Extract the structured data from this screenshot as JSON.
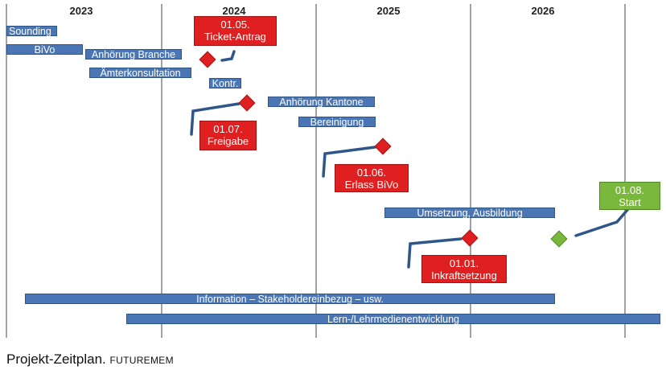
{
  "years": [
    "2023",
    "2024",
    "2025",
    "2026"
  ],
  "bars": {
    "sounding": "Sounding",
    "bivo": "BiVo",
    "anhoerung_branche": "Anhörung Branche",
    "aemterkonsultation": "Ämterkonsultation",
    "kontr": "Kontr.",
    "anhoerung_kantone": "Anhörung Kantone",
    "bereinigung": "Bereinigung",
    "umsetzung": "Umsetzung, Ausbildung",
    "information": "Information – Stakeholdereinbezug – usw.",
    "lernmedien": "Lern-/Lehrmedienentwicklung"
  },
  "milestones": {
    "ticket_antrag": {
      "date": "01.05.",
      "label": "Ticket-Antrag"
    },
    "freigabe": {
      "date": "01.07.",
      "label": "Freigabe"
    },
    "erlass_bivo": {
      "date": "01.06.",
      "label": "Erlass BiVo"
    },
    "inkraftsetzung": {
      "date": "01.01.",
      "label": "Inkraftsetzung"
    },
    "start": {
      "date": "01.08.",
      "label": "Start"
    }
  },
  "colors": {
    "bar": "#4a76b5",
    "milestone_red": "#e02020",
    "milestone_green": "#79b83d",
    "connector": "#2f5689"
  },
  "caption": {
    "title": "Projekt-Zeitplan.",
    "brand": "FUTUREMEM"
  }
}
